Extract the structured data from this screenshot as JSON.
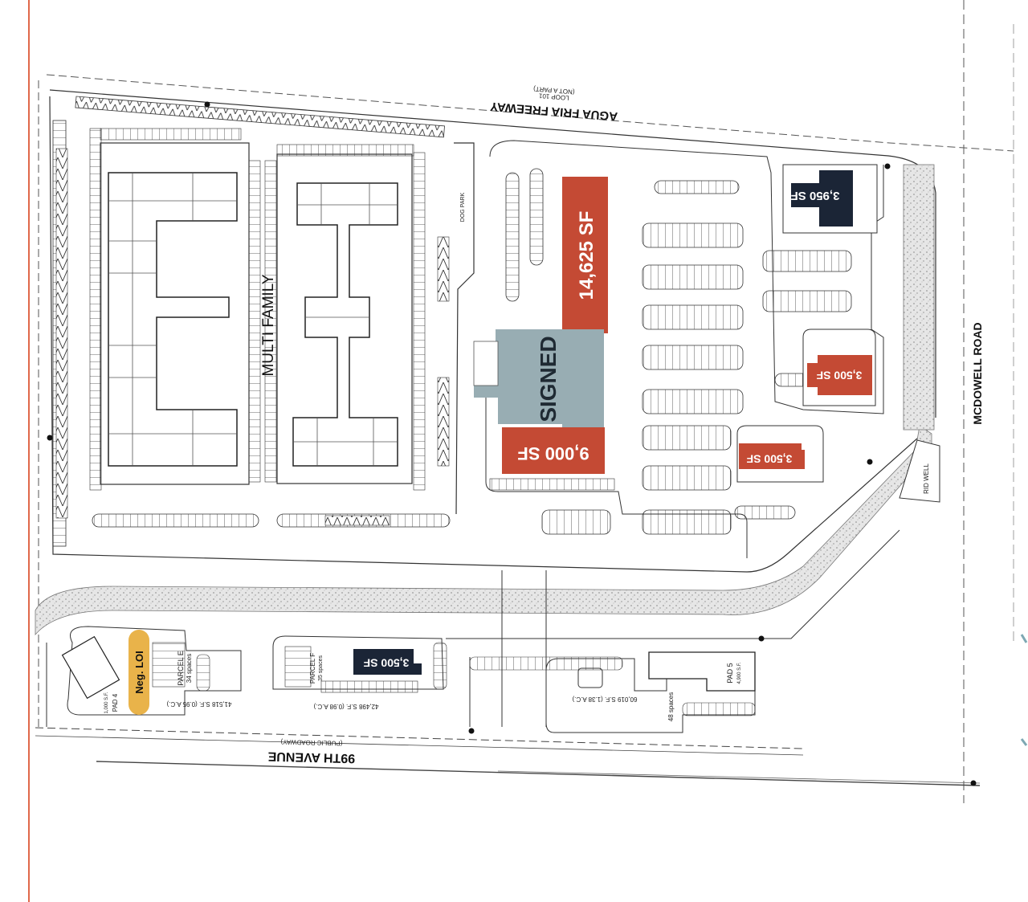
{
  "colors": {
    "accent_line": "#e0684a",
    "available": "#c44a34",
    "signed": "#98adb3",
    "leased": "#1b2536",
    "loi": "#e9b34a",
    "ink": "#2a2a2a",
    "landscape": "#d9d9d9"
  },
  "roads": {
    "freeway_name": "AGUA FRIA FREEWAY",
    "freeway_sub": "LOOP 101",
    "freeway_note": "(NOT A PART)",
    "avenue_name": "99TH AVENUE",
    "avenue_sub": "(PUBLIC ROADWAY)",
    "mcdowell": "MCDOWELL ROAD"
  },
  "areas": {
    "multifamily": "MULTI FAMILY",
    "dog_park": "DOG PARK",
    "rid_well": "RID WELL"
  },
  "suites": {
    "anchor": "14,625 SF",
    "signed": "SIGNED",
    "inline": "9,000 SF",
    "pad_ne": "3,950 SF",
    "pad_east": "3,500 SF",
    "pad_mid": "3,500 SF",
    "pad_south": "3,500 SF",
    "loi": "Neg. LOI"
  },
  "parcels": {
    "pad4_title": "PAD 4",
    "pad4_sf": "1,000 S.F.",
    "parcel_e": "PARCEL E",
    "parcel_e_spaces": "34 spaces",
    "parcel_e_area": "41,518 S.F. (0.95 A.C.)",
    "parcel_f": "PARCEL F",
    "parcel_f_spaces": "35 spaces",
    "parcel_f_area": "42,498 S.F. (0.98 A.C.)",
    "center_area": "60,019 S.F. (1.38 A.C.)",
    "center_spaces": "48 spaces",
    "pad5_title": "PAD 5",
    "pad5_sf": "4,900 S.F."
  }
}
